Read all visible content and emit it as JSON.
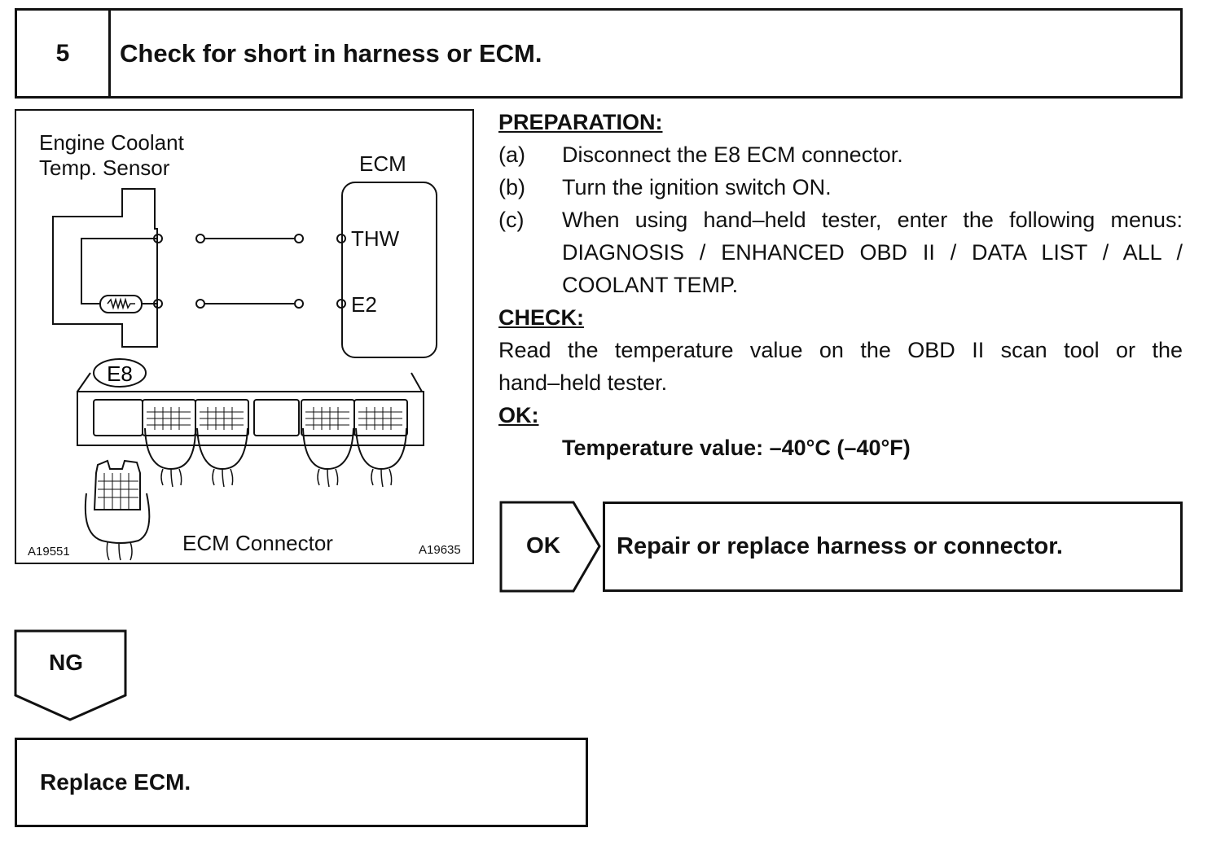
{
  "header": {
    "step_number": "5",
    "title": "Check for short in harness or ECM."
  },
  "figure": {
    "sensor_label_line1": "Engine Coolant",
    "sensor_label_line2": "Temp. Sensor",
    "ecm_label": "ECM",
    "thw_label": "THW",
    "e2_label": "E2",
    "connector_tag": "E8",
    "connector_caption": "ECM Connector",
    "ref_left": "A19551",
    "ref_right": "A19635"
  },
  "instructions": {
    "preparation_heading": "PREPARATION:",
    "steps": [
      {
        "letter": "(a)",
        "text": "Disconnect the E8 ECM connector."
      },
      {
        "letter": "(b)",
        "text": "Turn the ignition switch ON."
      },
      {
        "letter": "(c)",
        "text_line1": "When using hand–held tester, enter the following menus:",
        "text_line2": "DIAGNOSIS / ENHANCED OBD II / DATA LIST / ALL /",
        "text_line3": "COOLANT TEMP."
      }
    ],
    "check_heading": "CHECK:",
    "check_line1": "Read the temperature value on the OBD II scan tool or the",
    "check_line2": "hand–held tester.",
    "ok_heading": "OK:",
    "ok_value": "Temperature value: –40°C (–40°F)"
  },
  "flow": {
    "ok_label": "OK",
    "ok_result": "Repair or replace harness or connector.",
    "ng_label": "NG",
    "ng_result": "Replace ECM."
  }
}
